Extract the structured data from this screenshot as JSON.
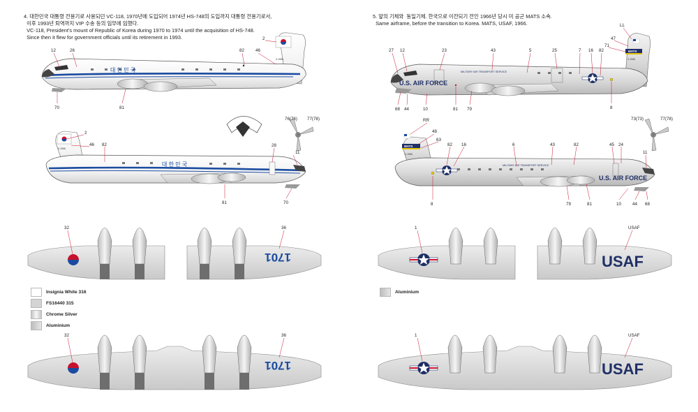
{
  "left_panel": {
    "caption_ko": "4. 대한민국 대통령 전용기로 사용되던 VC-118, 1970년에 도입되어 1974년 HS-748의 도입까지 대통령 전용기로서,\n  이후 1993년 퇴역까지 VIP 수송 등의 임무에 임했다.",
    "caption_en": "  VC-118, President's mount of Republic of Korea during 1970 to 1974 until the acquisition of HS-748.\n  Since then it flew for government officials until its retirement in 1993.",
    "fuselage_text": "대 한 민 국",
    "wing_serial": "1701",
    "tail_serial": "0-1956",
    "callouts_top": [
      "12",
      "26",
      "82",
      "46",
      "2",
      "70",
      "81"
    ],
    "callouts_bottom": [
      "2",
      "46",
      "82",
      "28",
      "11",
      "81",
      "70"
    ],
    "prop_callouts": [
      "76(76)",
      "77(78)"
    ],
    "wing_callouts": [
      "32",
      "36"
    ],
    "swatches": [
      {
        "label": "Insignia White 316",
        "color": "#ffffff"
      },
      {
        "label": "FS16440 315",
        "color": "#d4d4d4"
      },
      {
        "label": "Chrome Silver",
        "color": "#e2e2e2"
      },
      {
        "label": "Aluminium",
        "color": "#cfcfcf"
      }
    ]
  },
  "right_panel": {
    "caption_ko": "5. 앞의 기체와  동일기체. 한국으로 이전되기 전인 1966년 당시 미 공군 MATS 소속.",
    "caption_en": "  Same airframe, before the transition to Korea. MATS, USAF, 1966.",
    "fuselage_title": "U.S. AIR FORCE",
    "fuselage_subtitle": "MILITARY   AIR   TRANSPORT   SERVICE",
    "tail_band": "MATS",
    "tail_serial": "0-1956",
    "wing_text": "USAF",
    "callouts_top": [
      "27",
      "12",
      "23",
      "43",
      "5",
      "25",
      "7",
      "16",
      "82",
      "LL",
      "47",
      "71",
      "10",
      "68",
      "44",
      "81",
      "79",
      "8"
    ],
    "callouts_bottom": [
      "RR",
      "48",
      "63",
      "82",
      "16",
      "6",
      "43",
      "82",
      "45",
      "11",
      "24",
      "8",
      "79",
      "81",
      "10",
      "44",
      "68"
    ],
    "prop_callouts": [
      "73(73)",
      "77(78)"
    ],
    "wing_callouts": [
      "1",
      "USAF"
    ],
    "swatches": [
      {
        "label": "Aluminium",
        "color": "#cfcfcf"
      }
    ]
  },
  "colors": {
    "blue_stripe": "#1a4ba0",
    "roundel_red": "#c8102e",
    "usaf_blue": "#1f2f66",
    "gray_panel": "#6e6e6e"
  }
}
